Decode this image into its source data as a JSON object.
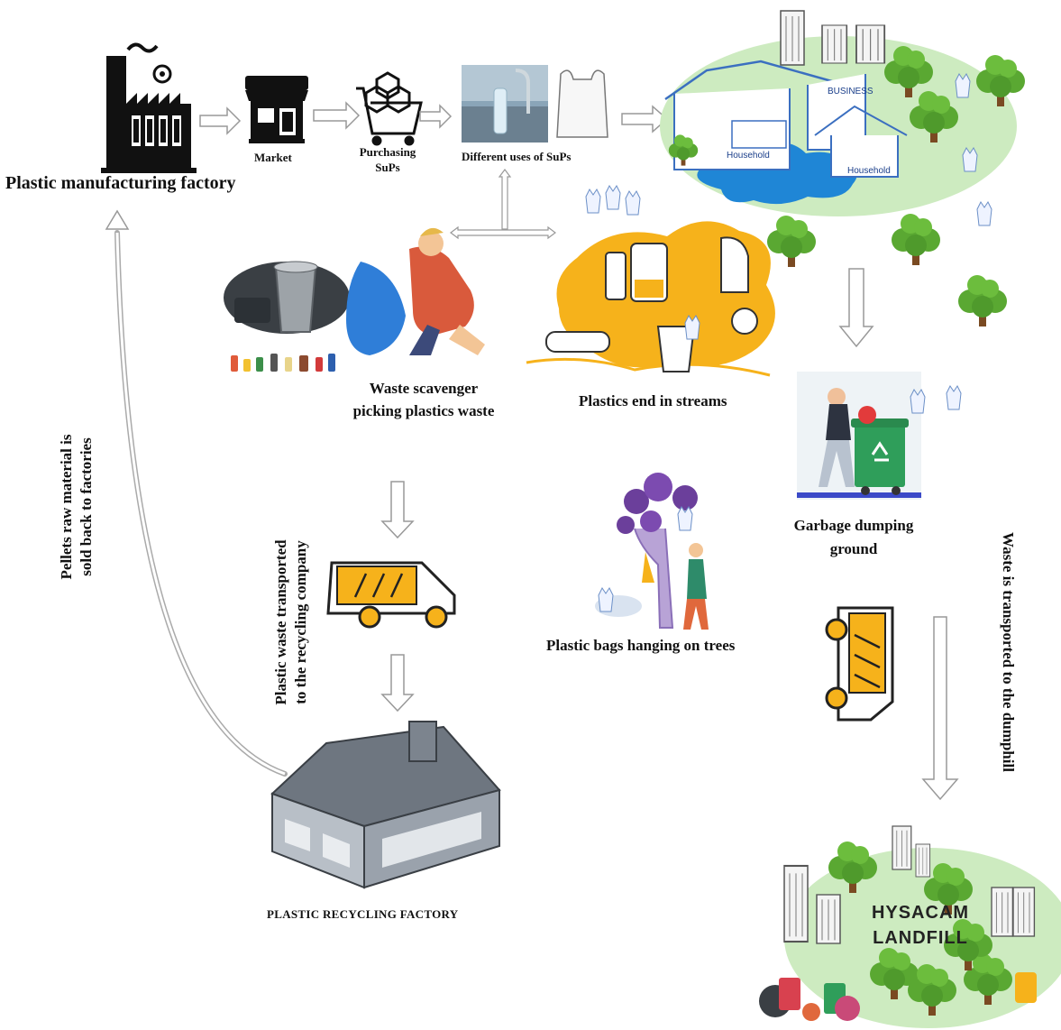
{
  "nodes": {
    "factory": "Plastic manufacturing factory",
    "market": "Market",
    "purchasing_line1": "Purchasing",
    "purchasing_line2": "SuPs",
    "uses": "Different uses of SuPs",
    "business": "BUSINESS",
    "household_1": "Household",
    "household_2": "Household",
    "scavenger_line1": "Waste scavenger",
    "scavenger_line2": "picking plastics waste",
    "streams": "Plastics end in streams",
    "garbage_line1": "Garbage dumping",
    "garbage_line2": "ground",
    "trees": "Plastic bags hanging on trees",
    "recycling_factory": "PLASTIC RECYCLING FACTORY",
    "landfill_line1": "HYSACAM",
    "landfill_line2": "LANDFILL"
  },
  "edge_labels": {
    "pellets_line1": "Pellets raw material is",
    "pellets_line2": "sold back to factories",
    "transport_recycling_line1": "Plastic waste transported",
    "transport_recycling_line2": "to the recycling company",
    "transport_dump": "Waste is transported to the dumphill"
  },
  "colors": {
    "accent_yellow": "#f6b21b",
    "grass_green": "#cdebc0",
    "tree_green": "#5aa832",
    "water_blue": "#1f86d6",
    "outline": "#222222",
    "arrow_gray": "#9a9a9a",
    "building_gray": "#6e7680"
  }
}
